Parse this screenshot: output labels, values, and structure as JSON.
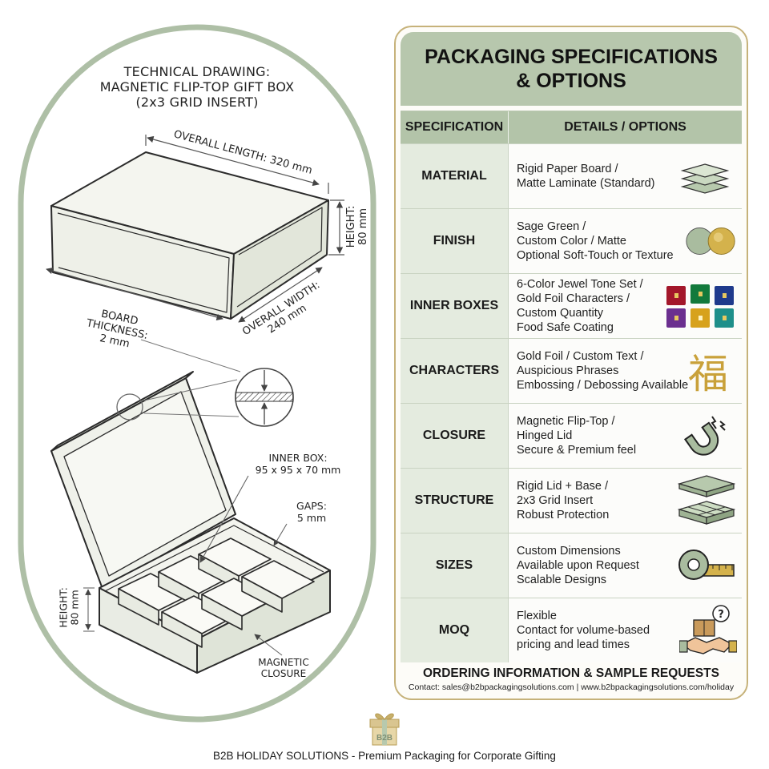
{
  "drawing": {
    "title_lines": [
      "TECHNICAL DRAWING:",
      "MAGNETIC FLIP-TOP GIFT BOX",
      "(2x3 GRID INSERT)"
    ],
    "overall_length": "OVERALL LENGTH: 320 mm",
    "height_top": [
      "HEIGHT:",
      "80 mm"
    ],
    "overall_width": [
      "OVERALL WIDTH:",
      "240 mm"
    ],
    "board_thickness": [
      "BOARD",
      "THICKNESS:",
      "2 mm"
    ],
    "inner_box": [
      "INNER BOX:",
      "95 x 95 x 70 mm"
    ],
    "gaps": [
      "GAPS:",
      "5 mm"
    ],
    "height_bottom": [
      "HEIGHT:",
      "80 mm"
    ],
    "magnetic_closure": [
      "MAGNETIC",
      "CLOSURE"
    ]
  },
  "spec": {
    "title": "PACKAGING SPECIFICATIONS\n& OPTIONS",
    "col_spec": "SPECIFICATION",
    "col_details": "DETAILS / OPTIONS",
    "rows": [
      {
        "name": "MATERIAL",
        "lines": [
          "Rigid Paper Board /",
          "Matte Laminate (Standard)"
        ],
        "icon": "layers-icon"
      },
      {
        "name": "FINISH",
        "lines": [
          "Sage Green /",
          "Custom Color / Matte",
          "Optional Soft-Touch or Texture"
        ],
        "icon": "color-swatch-icon"
      },
      {
        "name": "INNER BOXES",
        "lines": [
          "6-Color Jewel Tone Set /",
          "Gold Foil Characters /",
          "Custom Quantity",
          "Food Safe Coating"
        ],
        "icon": "jewel-boxes-icon"
      },
      {
        "name": "CHARACTERS",
        "lines": [
          "Gold Foil / Custom Text /",
          "Auspicious Phrases",
          "Embossing / Debossing Available"
        ],
        "icon": "fu-character-icon",
        "glyph": "福"
      },
      {
        "name": "CLOSURE",
        "lines": [
          "Magnetic Flip-Top /",
          "Hinged Lid",
          "Secure & Premium feel"
        ],
        "icon": "magnet-icon"
      },
      {
        "name": "STRUCTURE",
        "lines": [
          "Rigid Lid + Base /",
          "2x3 Grid Insert",
          "Robust Protection"
        ],
        "icon": "grid-box-icon"
      },
      {
        "name": "SIZES",
        "lines": [
          "Custom Dimensions",
          "Available upon Request",
          "Scalable Designs"
        ],
        "icon": "tape-measure-icon"
      },
      {
        "name": "MOQ",
        "lines": [
          "Flexible",
          "Contact for volume-based",
          "pricing and lead times"
        ],
        "icon": "handshake-icon"
      }
    ],
    "order_title": "ORDERING INFORMATION & SAMPLE REQUESTS",
    "order_contact": "Contact: sales@b2bpackagingsolutions.com | www.b2bpackagingsolutions.com/holiday"
  },
  "footer": {
    "logo_text": "B2B",
    "text": "B2B HOLIDAY SOLUTIONS - Premium Packaging for Corporate Gifting"
  },
  "colors": {
    "sage": "#a9bc9f",
    "sage_light": "#e4ebdf",
    "gold": "#c6b27a",
    "jewel_tones": [
      "#a3172a",
      "#137a3c",
      "#1f3a8c",
      "#6b2f8f",
      "#d7a21c",
      "#1e8f8a"
    ]
  }
}
